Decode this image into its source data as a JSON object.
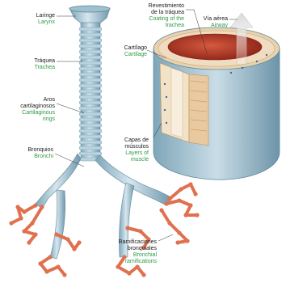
{
  "labels": {
    "larynx": {
      "es": "Laringe",
      "en": "Larynx"
    },
    "trachea": {
      "es": "Tráquea",
      "en": "Trachea"
    },
    "rings": {
      "es1": "Aros",
      "es2": "cartilaginosos",
      "en1": "Cartilaginous",
      "en2": "rings"
    },
    "bronchi": {
      "es": "Bronquios",
      "en": "Bronchi"
    },
    "coating": {
      "es1": "Revestimiento",
      "es2": "de la tráquea",
      "en1": "Coating of the",
      "en2": "trachea"
    },
    "airway": {
      "es": "Vía aérea",
      "en": "Airway"
    },
    "cartilage": {
      "es": "Cartílago",
      "en": "Cartilage"
    },
    "muscle": {
      "es1": "Capas de",
      "es2": "músculos",
      "en1": "Layers of",
      "en2": "muscle"
    },
    "ramifications": {
      "es1": "Ramificaciones",
      "es2": "bronquiales",
      "en1": "Bronchial",
      "en2": "ramifications"
    }
  },
  "colors": {
    "cartilage_ring": "#b9d3e0",
    "ring_shadow": "#7fa6b8",
    "bronchiole": "#e0704e",
    "lumen": "#c0392b",
    "muscle": "#e8c9a0",
    "label_en": "#2f9a47"
  }
}
